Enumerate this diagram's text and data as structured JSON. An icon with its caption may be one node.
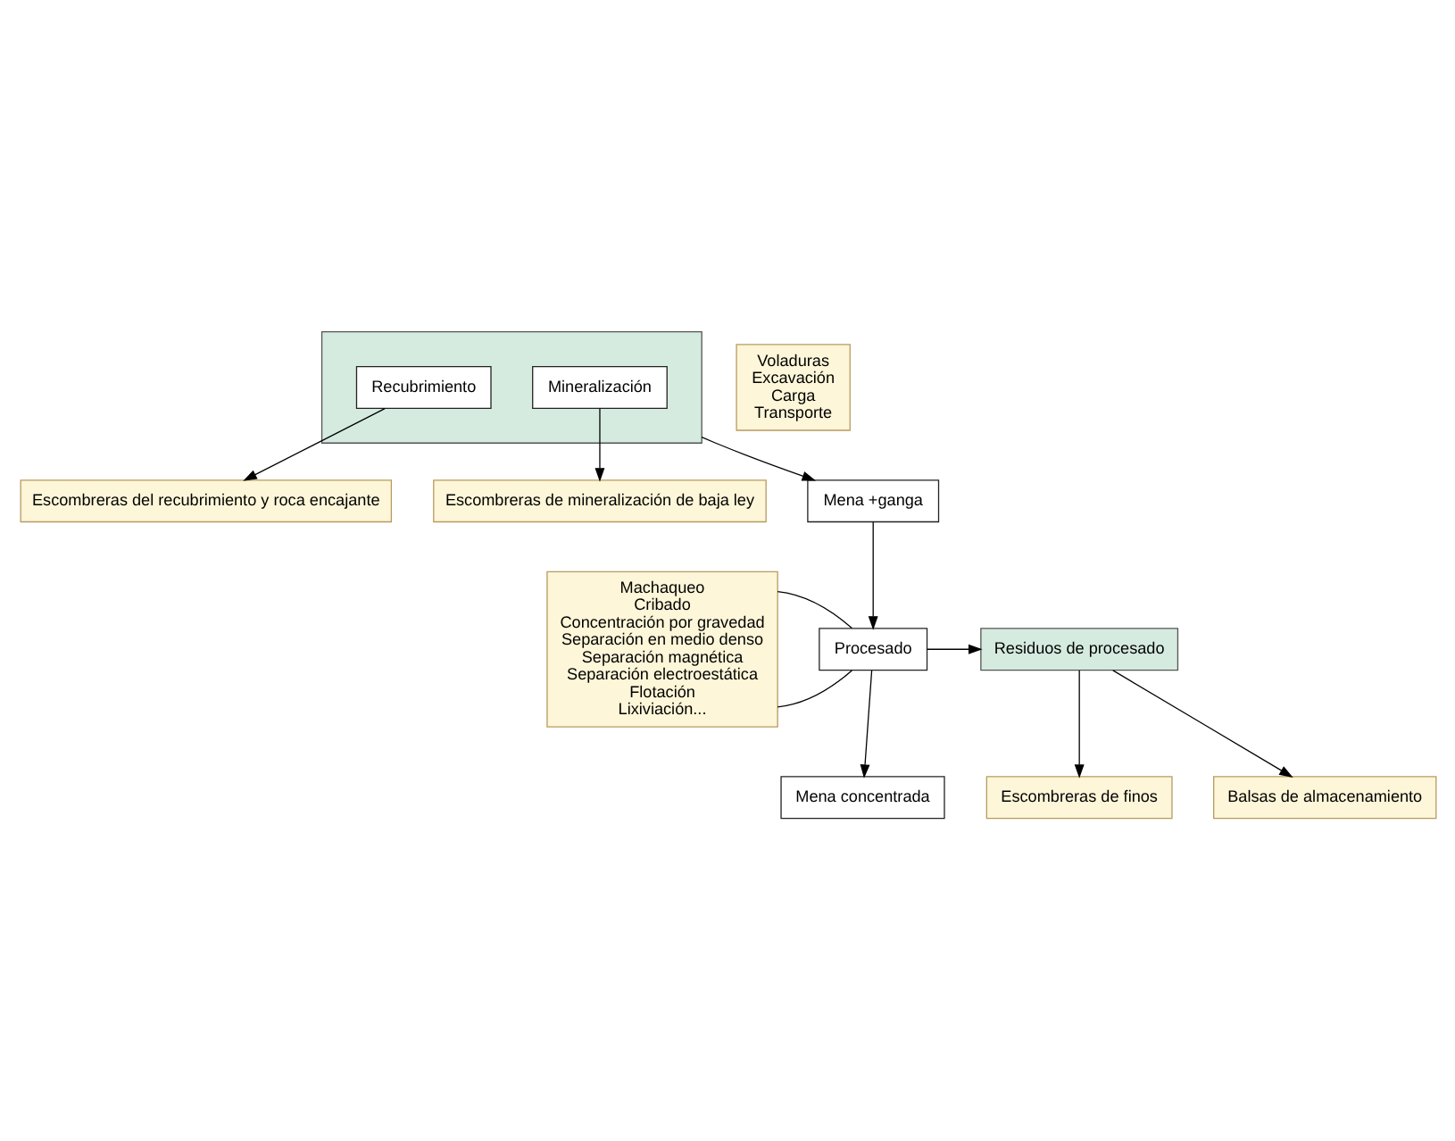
{
  "diagram": {
    "nodes": [
      {
        "text": [],
        "shape": "funnel"
      },
      {
        "text": [
          "Recubrimiento"
        ],
        "in": 0
      },
      {
        "text": [
          "Mineralización"
        ],
        "in": 0
      },
      {
        "text": [
          "Voladuras",
          "Excavación",
          "Carga",
          "Transporte"
        ]
      },
      {
        "text": [
          "Escombreras del recubrimiento y roca encajante"
        ]
      },
      {
        "text": [
          "Escombreras de mineralización de baja ley"
        ]
      },
      {
        "text": [
          "Mena +ganga"
        ]
      },
      {
        "text": [
          "Procesado"
        ]
      },
      {
        "text": [
          "Machaqueo",
          "Cribado",
          "Concentración por gravedad",
          "Separación en medio denso",
          "Separación magnética",
          "Separación electroestática",
          "Flotación",
          "Lixiviación..."
        ]
      },
      {
        "text": [
          "Mena concentrada"
        ]
      },
      {
        "text": [
          "Residuos de procesado"
        ]
      },
      {
        "text": [
          "Escombreras de finos"
        ]
      },
      {
        "text": [
          "Balsas de almacenamiento"
        ]
      }
    ],
    "edges": [
      {
        "from": 1,
        "to": 4,
        "arrow": "to"
      },
      {
        "from": 2,
        "to": 5,
        "arrow": "to"
      },
      {
        "from": 0,
        "to": 6,
        "arrow": "to"
      },
      {
        "from": 6,
        "to": 7,
        "arrow": "to"
      },
      {
        "from": 8,
        "to": 7,
        "arrow": "none"
      },
      {
        "from": 8,
        "to": 7,
        "arrow": "none"
      },
      {
        "from": 7,
        "to": 9,
        "arrow": "to"
      },
      {
        "from": 7,
        "to": 10,
        "arrow": "to"
      },
      {
        "from": 10,
        "to": 11,
        "arrow": "to"
      },
      {
        "from": 10,
        "to": 12,
        "arrow": "to"
      }
    ]
  }
}
